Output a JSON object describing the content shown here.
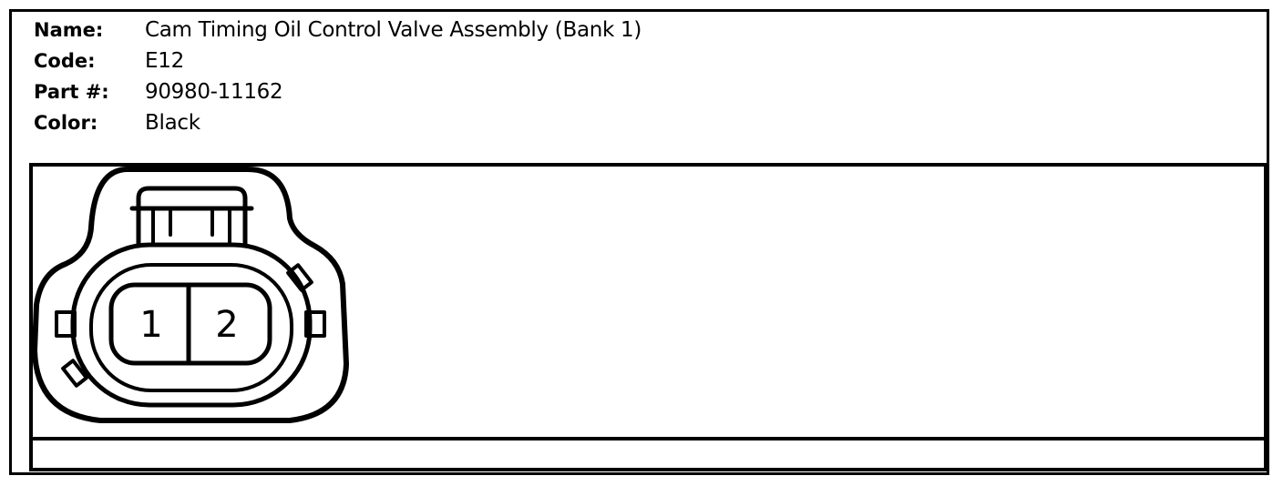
{
  "connector": {
    "name_label": "Name:",
    "name_value": "Cam Timing Oil Control Valve Assembly (Bank 1)",
    "code_label": "Code:",
    "code_value": "E12",
    "part_label": "Part #:",
    "part_value": "90980-11162",
    "color_label": "Color:",
    "color_value": "Black"
  },
  "pins": [
    "1",
    "2"
  ],
  "icons": {
    "connector_face": "connector-face-icon"
  },
  "colors": {
    "line": "#000000",
    "background": "#ffffff"
  }
}
